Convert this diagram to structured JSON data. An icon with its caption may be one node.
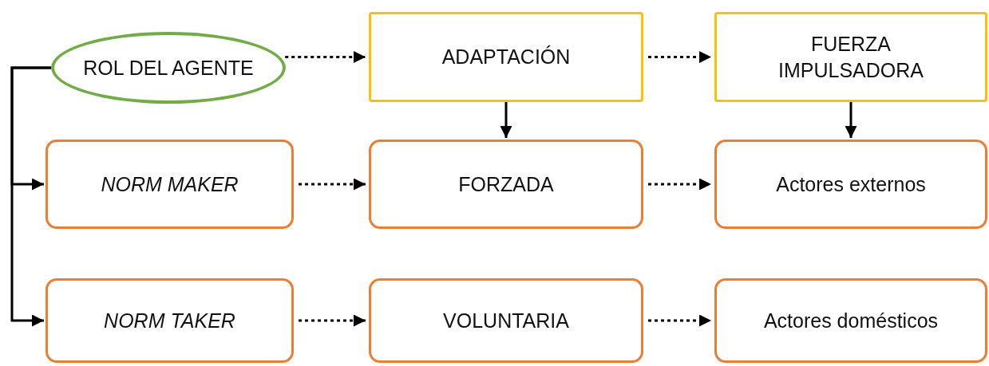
{
  "diagram": {
    "nodes": [
      {
        "text": [
          "ROL DEL AGENTE"
        ]
      },
      {
        "text": [
          "ADAPTACIÓN"
        ]
      },
      {
        "text": [
          "FUERZA IMPULSADORA"
        ]
      },
      {
        "text": [
          "NORM MAKER"
        ]
      },
      {
        "text": [
          "FORZADA"
        ]
      },
      {
        "text": [
          "Actores externos"
        ]
      },
      {
        "text": [
          "NORM TAKER"
        ]
      },
      {
        "text": [
          "VOLUNTARIA"
        ]
      },
      {
        "text": [
          "Actores domésticos"
        ]
      }
    ],
    "edges": [
      {
        "from": 0,
        "to": 1,
        "arrow": "to",
        "style": "dashed"
      },
      {
        "from": 1,
        "to": 2,
        "arrow": "to",
        "style": "dashed"
      },
      {
        "from": 1,
        "to": 4,
        "arrow": "to"
      },
      {
        "from": 2,
        "to": 5,
        "arrow": "to"
      },
      {
        "from": 0,
        "to": 3,
        "arrow": "to"
      },
      {
        "from": 0,
        "to": 6,
        "arrow": "to"
      },
      {
        "from": 3,
        "to": 4,
        "arrow": "to",
        "style": "dashed"
      },
      {
        "from": 4,
        "to": 5,
        "arrow": "to",
        "style": "dashed"
      },
      {
        "from": 6,
        "to": 7,
        "arrow": "to",
        "style": "dashed"
      },
      {
        "from": 7,
        "to": 8,
        "arrow": "to",
        "style": "dashed"
      }
    ]
  }
}
